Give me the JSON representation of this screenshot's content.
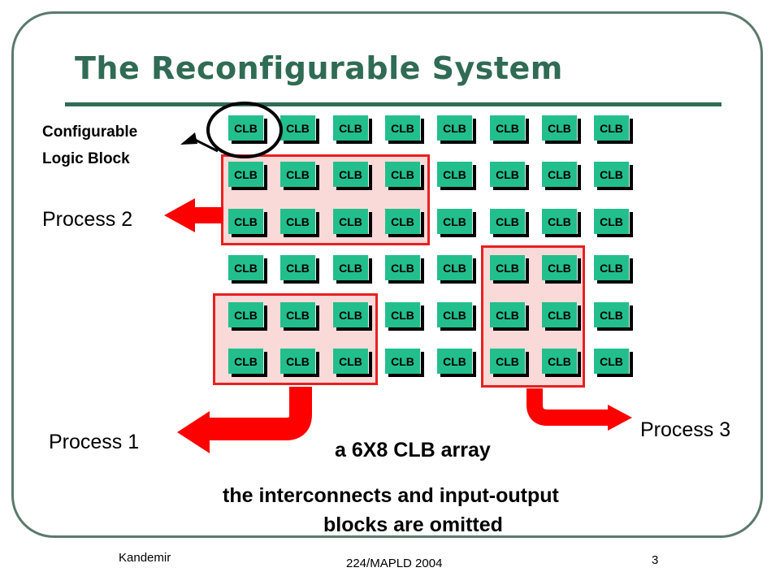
{
  "slide": {
    "title": "The Reconfigurable System",
    "clb_label": "CLB",
    "callout": {
      "line1": "Configurable",
      "line2": "Logic Block"
    },
    "process_2": "Process 2",
    "process_1": "Process 1",
    "process_3": "Process 3",
    "array_caption": "a 6X8 CLB array",
    "note_line1": "the interconnects and input-output",
    "note_line2": "blocks are omitted"
  },
  "footer": {
    "author": "Kandemir",
    "event": "224/MAPLD 2004",
    "page": "3"
  },
  "grid": {
    "rows": 6,
    "cols": 8
  },
  "colors": {
    "accent": "#2f6b55",
    "clb_fill": "#22bf8c",
    "region_border": "#e82020",
    "arrow": "#ff0000"
  }
}
